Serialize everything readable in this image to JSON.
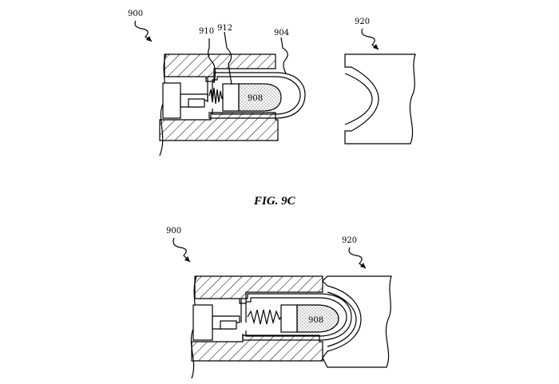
{
  "figure_top": {
    "ref_900": "900",
    "ref_910": "910",
    "ref_912": "912",
    "ref_904": "904",
    "ref_908": "908",
    "ref_920": "920"
  },
  "caption": "FIG. 9C",
  "figure_bottom": {
    "ref_900": "900",
    "ref_920": "920",
    "ref_908": "908"
  }
}
